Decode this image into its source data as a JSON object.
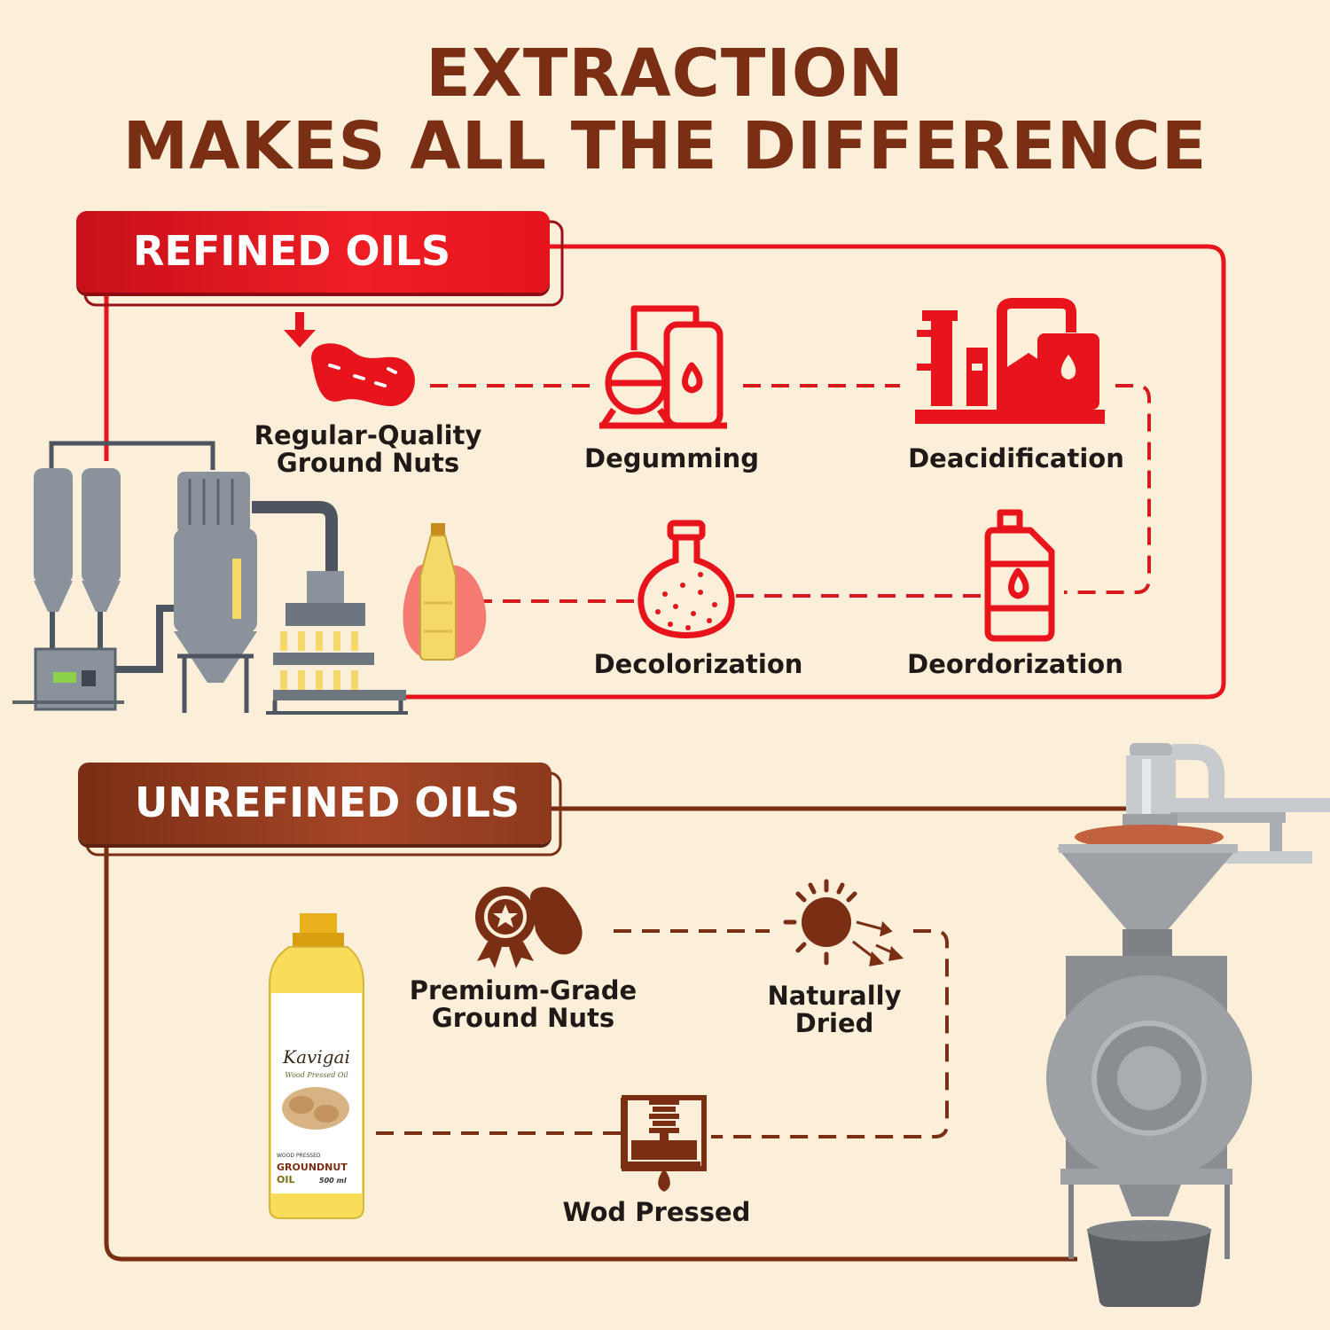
{
  "title": {
    "line1": "EXTRACTION",
    "line2": "MAKES ALL THE DIFFERENCE"
  },
  "refined": {
    "badge": "REFINED OILS",
    "color": "#e8141c",
    "steps": {
      "nuts": [
        "Regular-Quality",
        "Ground Nuts"
      ],
      "degumming": "Degumming",
      "deacidification": "Deacidification",
      "deordorization": "Deordorization",
      "decolorization": "Decolorization"
    }
  },
  "unrefined": {
    "badge": "UNREFINED OILS",
    "color": "#7a2e14",
    "steps": {
      "nuts": [
        "Premium-Grade",
        "Ground Nuts"
      ],
      "dried": [
        "Naturally",
        "Dried"
      ],
      "pressed": "Wod Pressed"
    },
    "product": {
      "brand": "Kavigai",
      "subtitle": "Wood Pressed Oil",
      "line1": "WOOD PRESSED",
      "line2": "GROUNDNUT",
      "line3": "OIL",
      "volume": "500 ml"
    }
  },
  "icons": [
    "down-arrow-icon",
    "peanut-icon",
    "degumming-icon",
    "deacidification-icon",
    "deordorization-icon",
    "decolorization-icon",
    "oil-bottle-icon",
    "award-peanut-icon",
    "sun-icon",
    "wood-press-icon",
    "refinery-machine-icon",
    "oil-mill-machine-icon"
  ]
}
